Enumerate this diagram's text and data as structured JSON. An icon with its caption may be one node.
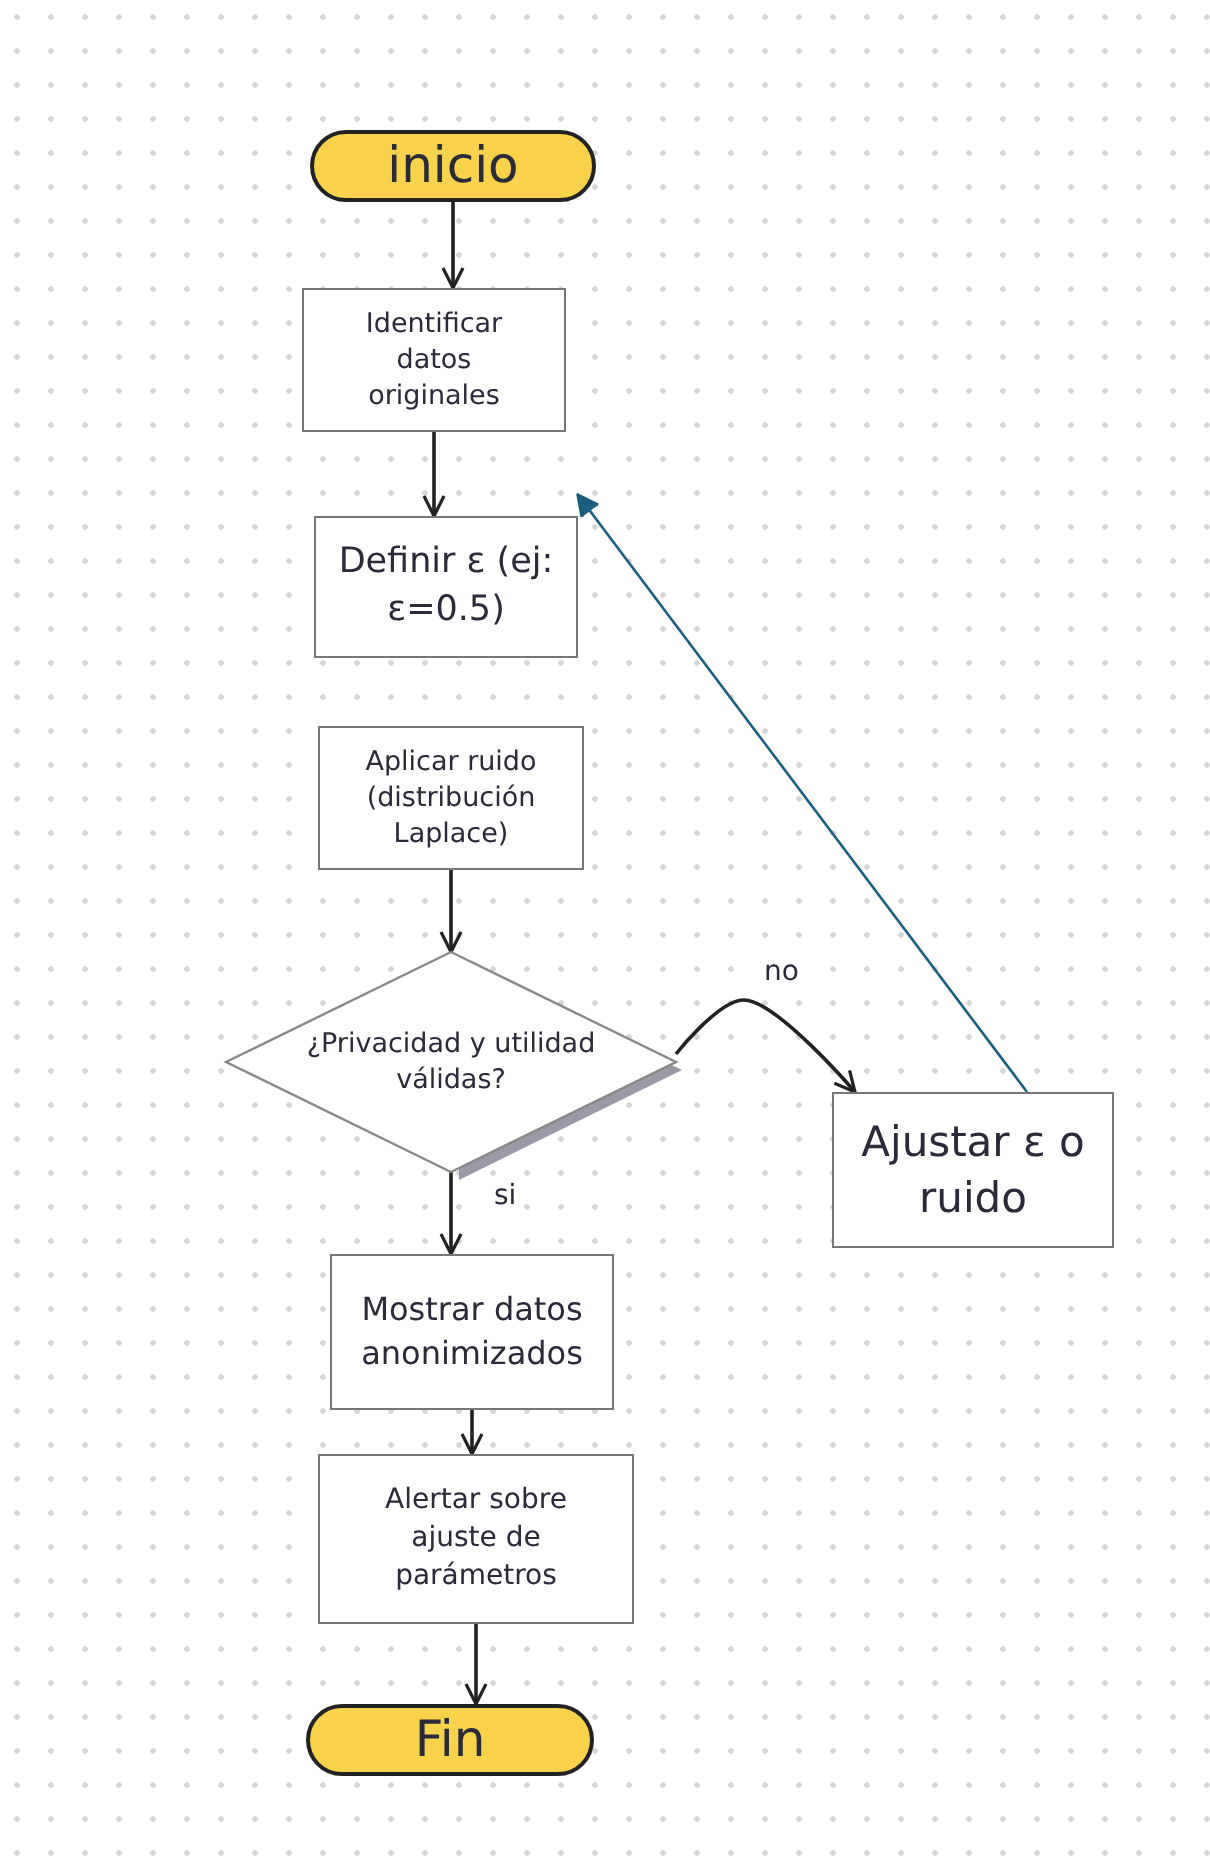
{
  "diagram": {
    "nodes": [
      {
        "text": [
          "inicio"
        ]
      },
      {
        "text": [
          "Identificar datos originales"
        ]
      },
      {
        "text": [
          "Definir ε (ej: ε=0.5)"
        ]
      },
      {
        "text": [
          "Aplicar ruido (distribución Laplace)"
        ]
      },
      {
        "text": [
          "¿Privacidad y utilidad válidas?"
        ]
      },
      {
        "text": [
          "Ajustar ε o ruido"
        ]
      },
      {
        "text": [
          "Mostrar datos anonimizados"
        ]
      },
      {
        "text": [
          "Alertar sobre ajuste de parámetros"
        ]
      },
      {
        "text": [
          "Fin"
        ]
      }
    ],
    "edges": [
      {
        "from": 0,
        "to": 1,
        "arrow": "to"
      },
      {
        "from": 1,
        "to": 2,
        "arrow": "to"
      },
      {
        "from": 3,
        "to": 4,
        "arrow": "to"
      },
      {
        "from": 4,
        "to": 5,
        "arrow": "to",
        "label": "no"
      },
      {
        "from": 4,
        "to": 6,
        "arrow": "to",
        "label": "si"
      },
      {
        "from": 6,
        "to": 7,
        "arrow": "to"
      },
      {
        "from": 7,
        "to": 8,
        "arrow": "to"
      },
      {
        "from": 5,
        "to": 2,
        "arrow": "to",
        "color": "#1b5e80"
      }
    ]
  }
}
